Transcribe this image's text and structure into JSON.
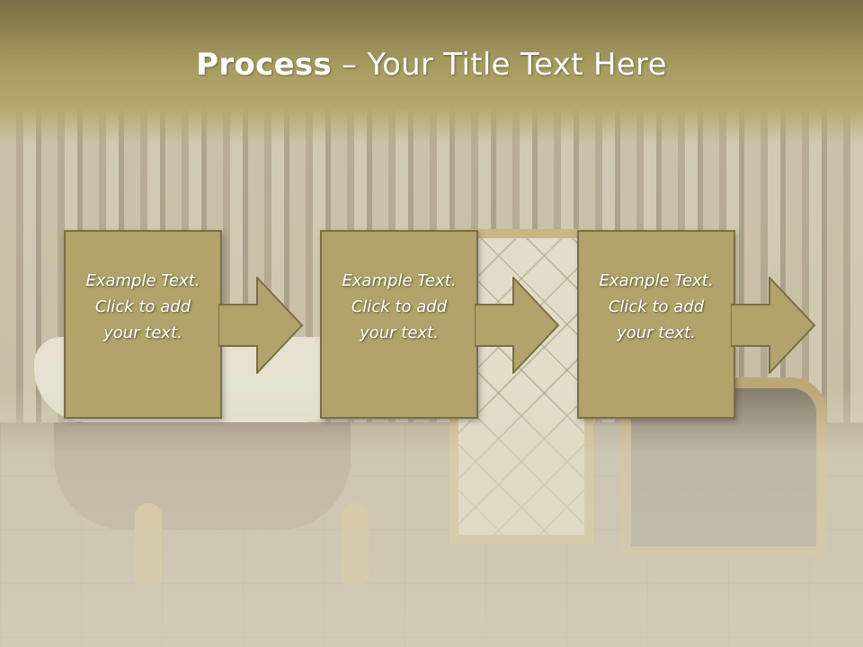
{
  "title": {
    "bold": "Process",
    "rest": " – Your Title Text Here"
  },
  "steps": [
    {
      "text": "Example Text. Click  to add your text."
    },
    {
      "text": "Example Text. Click  to add your text."
    },
    {
      "text": "Example Text. Click  to add your text."
    }
  ],
  "colors": {
    "box_fill": "#b1a369",
    "box_border": "#7b6e45",
    "title_band": "#a79a5e",
    "text": "#ffffff"
  },
  "icons": [
    "arrow-right-icon"
  ]
}
